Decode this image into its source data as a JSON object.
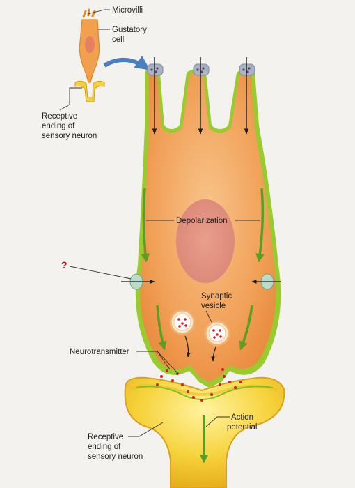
{
  "labels": {
    "microvilli": "Microvilli",
    "gustatory_cell_1": "Gustatory",
    "gustatory_cell_2": "cell",
    "receptive_top_1": "Receptive",
    "receptive_top_2": "ending of",
    "receptive_top_3": "sensory neuron",
    "depolarization": "Depolarization",
    "question": "?",
    "synaptic_1": "Synaptic",
    "synaptic_2": "vesicle",
    "neurotransmitter": "Neurotransmitter",
    "action_1": "Action",
    "action_2": "potential",
    "receptive_bottom_1": "Receptive",
    "receptive_bottom_2": "ending of",
    "receptive_bottom_3": "sensory neuron"
  },
  "colors": {
    "cell_fill": "#f2a65a",
    "cell_membrane": "#9acb2e",
    "nucleus": "#de8a7a",
    "neuron_fill": "#f6d23a",
    "arrow_green": "#5a9e24",
    "curved_arrow": "#4a7fc0",
    "question_mark": "#c0182a"
  }
}
